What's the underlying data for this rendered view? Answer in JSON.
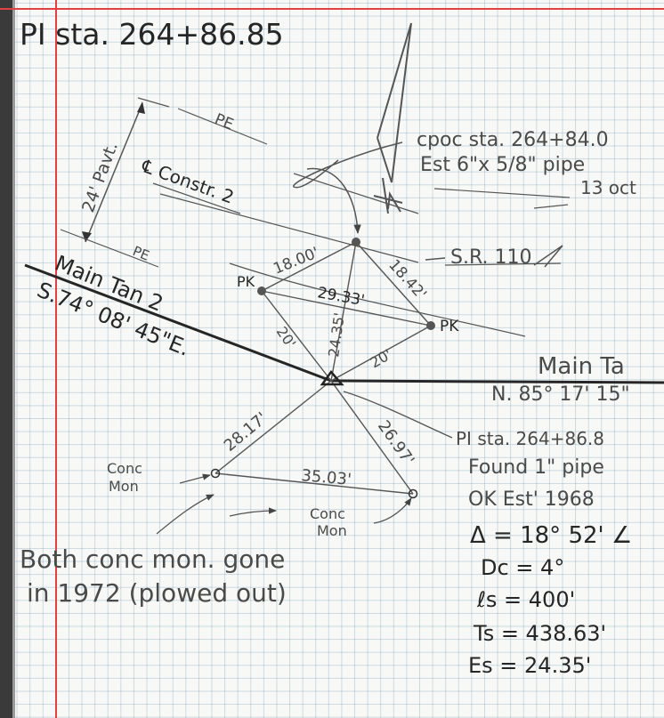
{
  "texts": {
    "pi_header": "PI sta. 264+86.85",
    "pavement": "24' Pavt.",
    "pe_top": "PE",
    "pe_bottom": "PE",
    "constr": "℄ Constr. 2",
    "cpoc_line1": "cpoc sta. 264+84.0",
    "cpoc_line2": "Est 6\"x 5/8\" pipe",
    "cpoc_line3": "13 oct",
    "sr110": "S.R. 110",
    "main_tan_left_name": "Main Tan 2",
    "main_tan_left_bearing": "S.74° 08' 45\"E.",
    "main_tan_right_name": "Main Ta",
    "main_tan_right_bearing": "N. 85° 17' 15\"",
    "pk_left": "PK",
    "pk_right": "PK",
    "dist_18_00": "18.00'",
    "dist_18_42": "18.42'",
    "dist_29_33": "29.33'",
    "dist_24_35": "24.35'",
    "dist_20_left": "20'",
    "dist_20_right": "20'",
    "dist_28_17": "28.17'",
    "dist_26_97": "26.97'",
    "dist_35_03": "35.03'",
    "pi_label": "PI sta. 264+86.8",
    "found_pipe": "Found 1\" pipe",
    "ok_est": "OK Est' 1968",
    "conc_mon_left_1": "Conc",
    "conc_mon_left_2": "Mon",
    "conc_mon_right_1": "Conc",
    "conc_mon_right_2": "Mon",
    "both_gone_1": "Both conc mon. gone",
    "both_gone_2": "in 1972 (plowed out)",
    "delta": "Δ = 18° 52' ∠",
    "dc": "Dc = 4°",
    "ls": "ℓs = 400'",
    "ts": "Ts = 438.63'",
    "es": "Es = 24.35'"
  },
  "colors": {
    "ink": "#4a4a4a",
    "ink_dark": "#262626",
    "margin": "#e2423f",
    "grid": "#9cb8c8"
  }
}
